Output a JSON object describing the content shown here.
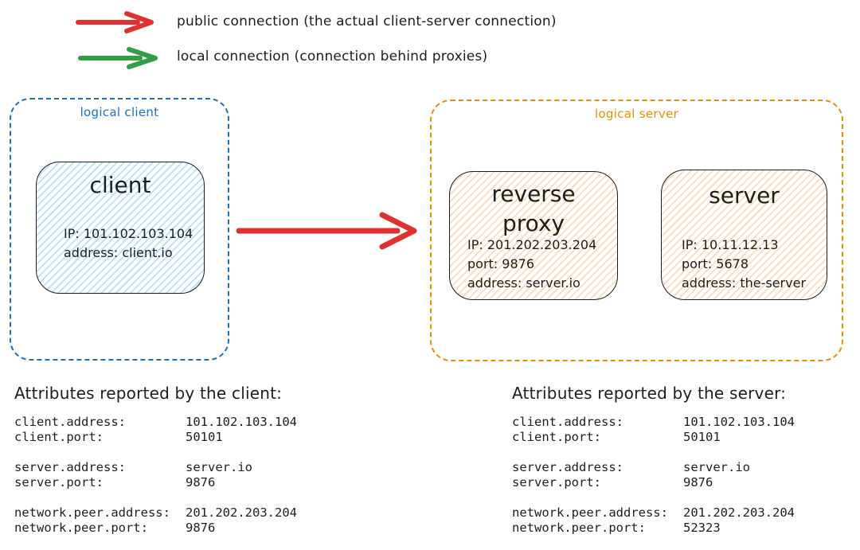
{
  "legend": {
    "items": [
      {
        "name": "public-connection",
        "color": "#e03131",
        "label": "public connection (the actual client-server connection)"
      },
      {
        "name": "local-connection",
        "color": "#2f9e44",
        "label": "local connection (connection behind proxies)"
      }
    ]
  },
  "diagram": {
    "arrow": {
      "name": "public-connection-arrow",
      "color": "#e03131"
    },
    "logical_client": {
      "label": "logical client",
      "color": "#1971c2",
      "nodes": [
        {
          "title": "client",
          "lines": [
            "IP: 101.102.103.104",
            "address: client.io"
          ]
        }
      ]
    },
    "logical_server": {
      "label": "logical server",
      "color": "#f08c00",
      "nodes": [
        {
          "title": "reverse proxy",
          "lines": [
            "IP: 201.202.203.204",
            "port: 9876",
            "address: server.io"
          ]
        },
        {
          "title": "server",
          "lines": [
            "IP: 10.11.12.13",
            "port: 5678",
            "address: the-server"
          ]
        }
      ]
    }
  },
  "attributes_client": {
    "heading": "Attributes reported by the client:",
    "groups": [
      [
        {
          "key": "client.address:",
          "value": "101.102.103.104"
        },
        {
          "key": "client.port:",
          "value": "50101"
        }
      ],
      [
        {
          "key": "server.address:",
          "value": "server.io"
        },
        {
          "key": "server.port:",
          "value": "9876"
        }
      ],
      [
        {
          "key": "network.peer.address:",
          "value": "201.202.203.204"
        },
        {
          "key": "network.peer.port:",
          "value": "9876"
        }
      ]
    ]
  },
  "attributes_server": {
    "heading": "Attributes reported by the server:",
    "groups": [
      [
        {
          "key": "client.address:",
          "value": "101.102.103.104"
        },
        {
          "key": "client.port:",
          "value": "50101"
        }
      ],
      [
        {
          "key": "server.address:",
          "value": "server.io"
        },
        {
          "key": "server.port:",
          "value": "9876"
        }
      ],
      [
        {
          "key": "network.peer.address:",
          "value": "201.202.203.204"
        },
        {
          "key": "network.peer.port:",
          "value": "52323"
        }
      ]
    ]
  }
}
